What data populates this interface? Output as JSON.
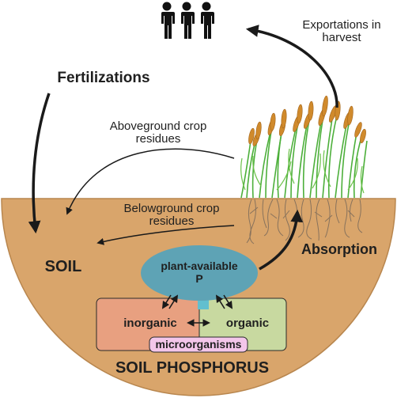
{
  "labels": {
    "exportations_line1": "Exportations in",
    "exportations_line2": "harvest",
    "fertilizations": "Fertilizations",
    "aboveground_line1": "Aboveground crop",
    "aboveground_line2": "residues",
    "belowground_line1": "Belowground crop",
    "belowground_line2": "residues",
    "soil": "SOIL",
    "absorption": "Absorption",
    "plant_available_line1": "plant-available",
    "plant_available_line2": "P",
    "inorganic": "inorganic",
    "organic": "organic",
    "microorganisms": "microorganisms",
    "soil_phosphorus": "SOIL PHOSPHORUS"
  },
  "icons": {
    "people": "people-group-icon",
    "crop": "wheat-crop-icon"
  },
  "colors": {
    "soil": "#d9a56b",
    "soil_edge": "#b8864e",
    "pool_available": "#5ea3b5",
    "pool_inorganic": "#e8a080",
    "pool_organic": "#c8d9a0",
    "pool_overlap": "#62bfcf",
    "microorganisms_fill": "#f3c6ea",
    "arrow": "#1a1a1a",
    "stem": "#4caf3a",
    "grain": "#d08a2c",
    "root": "#7a6a5a"
  }
}
